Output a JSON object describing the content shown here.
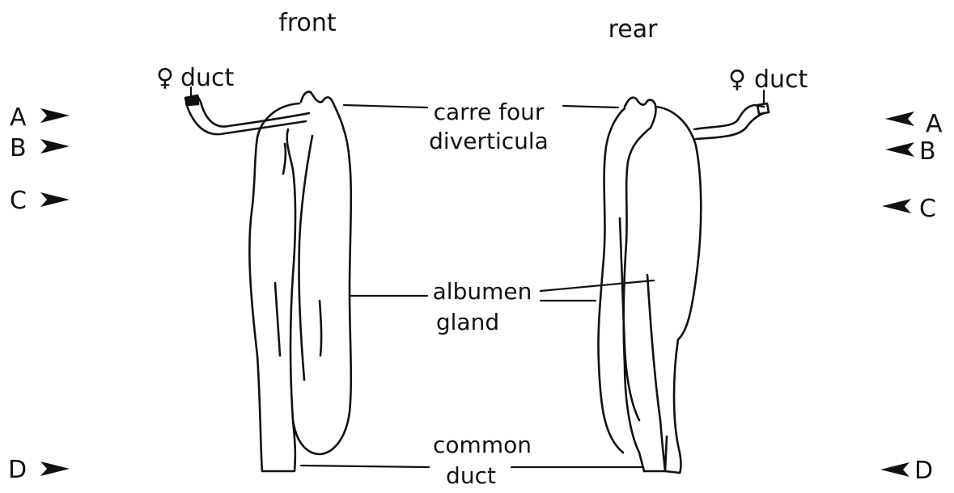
{
  "views": {
    "front": "front",
    "rear": "rear"
  },
  "labels": {
    "female_duct_symbol": "♀",
    "female_duct_text": "duct",
    "carrefour": "carre four",
    "diverticula": "diverticula",
    "albumen": "albumen",
    "gland": "gland",
    "common": "common",
    "duct": "duct"
  },
  "section_markers": {
    "left": [
      "A",
      "B",
      "C",
      "D"
    ],
    "right": [
      "A",
      "B",
      "C",
      "D"
    ]
  }
}
